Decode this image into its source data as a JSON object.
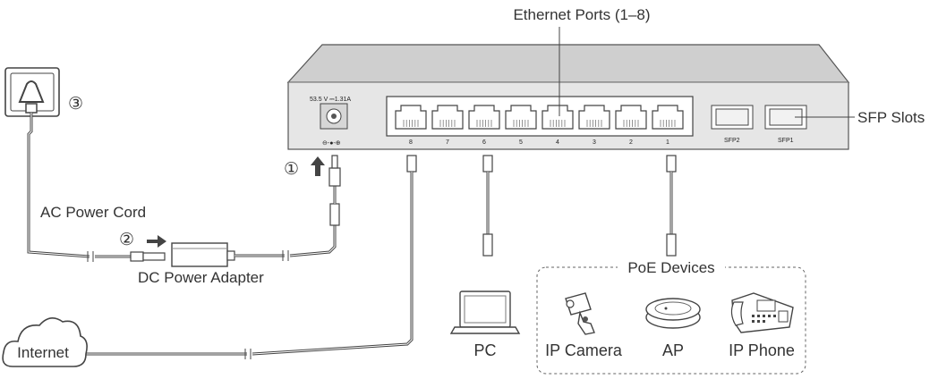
{
  "labels": {
    "ethernet_ports": "Ethernet Ports (1–8)",
    "sfp_slots": "SFP Slots",
    "ac_power_cord": "AC Power Cord",
    "dc_power_adapter": "DC Power Adapter",
    "poe_devices": "PoE Devices",
    "pc": "PC",
    "ip_camera": "IP Camera",
    "ap": "AP",
    "ip_phone": "IP Phone",
    "internet": "Internet"
  },
  "steps": {
    "step1": "①",
    "step2": "②",
    "step3": "③"
  },
  "switch_panel": {
    "power_rating": "53.5 V ⎓1.31A",
    "polarity": "⊖-●-⊕",
    "ports": [
      "8",
      "7",
      "6",
      "5",
      "4",
      "3",
      "2",
      "1"
    ],
    "sfp": [
      "SFP2",
      "SFP1"
    ]
  }
}
